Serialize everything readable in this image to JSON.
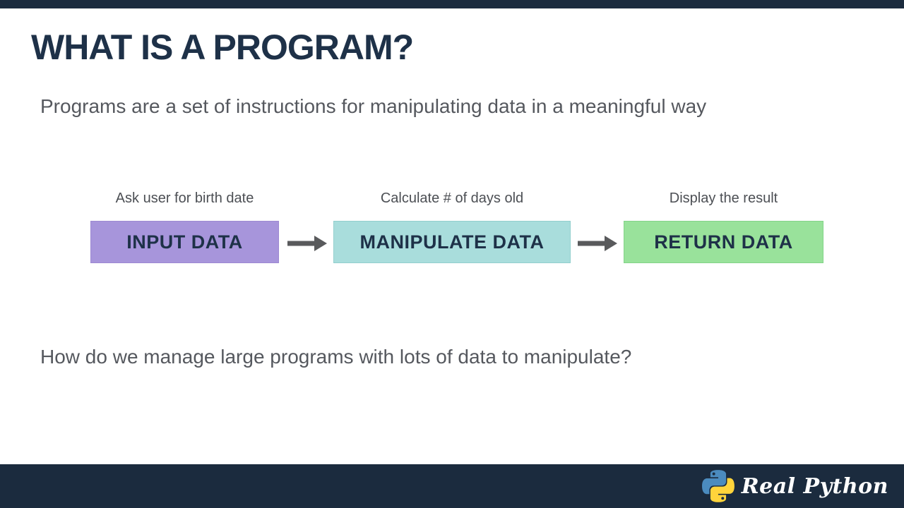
{
  "slide": {
    "title": "WHAT IS A PROGRAM?",
    "paragraph": "Programs are a set of instructions for manipulating data in a meaningful way",
    "question": "How do we manage large programs with lots of data to manipulate?"
  },
  "diagram": {
    "steps": [
      {
        "caption": "Ask user for birth date",
        "label": "INPUT DATA",
        "box_color": "#a795db"
      },
      {
        "caption": "Calculate # of days old",
        "label": "MANIPULATE DATA",
        "box_color": "#a9dddc"
      },
      {
        "caption": "Display the result",
        "label": "RETURN DATA",
        "box_color": "#99e29b"
      }
    ],
    "arrow_color": "#595a5c"
  },
  "footer": {
    "brand": "Real Python",
    "bar_color": "#1b2b3e",
    "python_logo_blue": "#4B8BBE",
    "python_logo_yellow": "#FFD43B"
  },
  "colors": {
    "background": "#ffffff",
    "accent_navy": "#1b2b3e",
    "title_navy": "#1e3148",
    "body_gray": "#55585e",
    "caption_gray": "#4c4f54"
  }
}
